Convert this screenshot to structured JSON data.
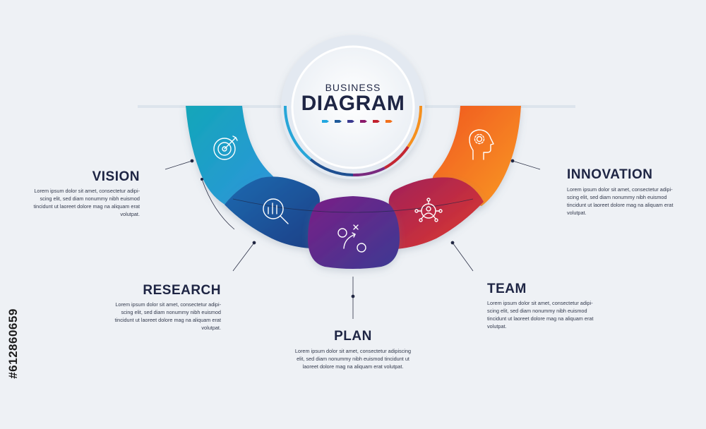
{
  "diagram": {
    "kicker": "BUSINESS",
    "title": "DIAGRAM",
    "dot_colors": [
      "#22a7e0",
      "#1e5a9a",
      "#3a3a8f",
      "#8b1a6b",
      "#c2202d",
      "#f2711c"
    ]
  },
  "steps": [
    {
      "id": "vision",
      "title": "VISION",
      "icon": "target-icon",
      "color": "#2aa8dc",
      "desc": [
        "Lorem ipsum dolor sit amet, consectetur adipi-",
        "scing elit, sed diam nonummy nibh euismod",
        "tincidunt ut laoreet dolore mag na aliquam erat",
        "volutpat."
      ]
    },
    {
      "id": "research",
      "title": "RESEARCH",
      "icon": "magnifier-chart-icon",
      "color": "#1e5b9b",
      "desc": [
        "Lorem ipsum dolor sit amet, consectetur adipi-",
        "scing elit, sed diam nonummy nibh euismod",
        "tincidunt ut laoreet dolore mag na aliquam erat",
        "volutpat."
      ]
    },
    {
      "id": "plan",
      "title": "PLAN",
      "icon": "strategy-play-icon",
      "color": "#5a2d8c",
      "desc": [
        "Lorem ipsum dolor sit amet, consectetur adipiscing",
        "elit, sed diam nonummy nibh euismod tincidunt ut",
        "laoreet dolore mag na aliquam erat volutpat."
      ]
    },
    {
      "id": "team",
      "title": "TEAM",
      "icon": "team-network-icon",
      "color": "#c42732",
      "desc": [
        "Lorem ipsum dolor sit amet, consectetur adipi-",
        "scing elit, sed diam nonummy nibh euismod",
        "tincidunt ut laoreet dolore mag na aliquam erat",
        "volutpat."
      ]
    },
    {
      "id": "innovation",
      "title": "INNOVATION",
      "icon": "head-gear-icon",
      "color": "#f57a1f",
      "desc": [
        "Lorem ipsum dolor sit amet, consectetur adipi-",
        "scing elit, sed diam nonummy nibh euismod",
        "tincidunt ut laoreet dolore mag na aliquam erat",
        "volutpat."
      ]
    }
  ],
  "stock_id": "#612860659"
}
